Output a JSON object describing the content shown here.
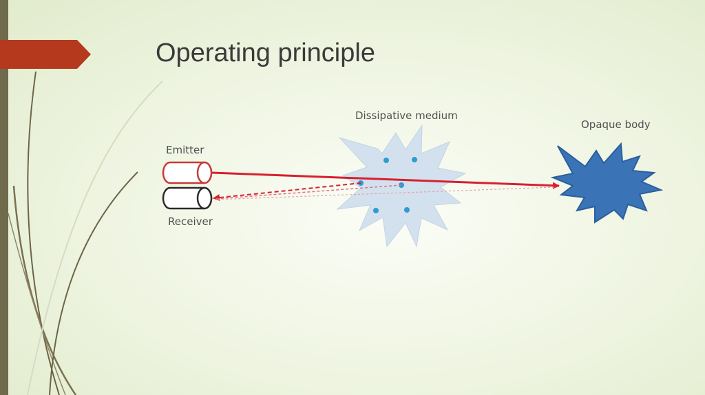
{
  "slide": {
    "title": "Operating principle"
  },
  "diagram": {
    "emitter_label": "Emitter",
    "receiver_label": "Receiver",
    "medium_label": "Dissipative medium",
    "body_label": "Opaque body"
  },
  "colors": {
    "accent_marker": "#b5391c",
    "left_strip": "#6f6a4c",
    "beam": "#d62030",
    "opaque_body_fill": "#3a73b6",
    "medium_fill": "#d3e1ee",
    "particle": "#2d9ccf"
  }
}
